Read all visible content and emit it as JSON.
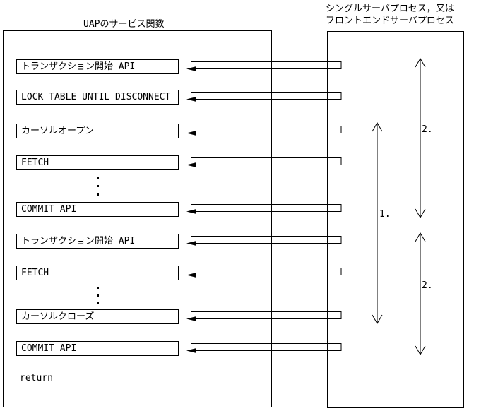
{
  "diagram": {
    "left_panel": {
      "title": "UAPのサービス関数"
    },
    "right_panel": {
      "title_line1": "シングルサーバプロセス，又は",
      "title_line2": "フロントエンドサーバプロセス"
    },
    "rows": [
      {
        "label": "トランザクション開始 API"
      },
      {
        "label": "LOCK TABLE UNTIL DISCONNECT"
      },
      {
        "label": "カーソルオープン"
      },
      {
        "label": "FETCH"
      },
      {
        "label": "COMMIT API"
      },
      {
        "label": "トランザクション開始 API"
      },
      {
        "label": "FETCH"
      },
      {
        "label": "カーソルクローズ"
      },
      {
        "label": "COMMIT API"
      }
    ],
    "annotations": {
      "scope1": "1.",
      "scope2_upper": "2.",
      "scope2_lower": "2."
    },
    "footer": {
      "return_label": "return"
    },
    "colors": {
      "line": "#000000",
      "background": "#ffffff"
    }
  }
}
